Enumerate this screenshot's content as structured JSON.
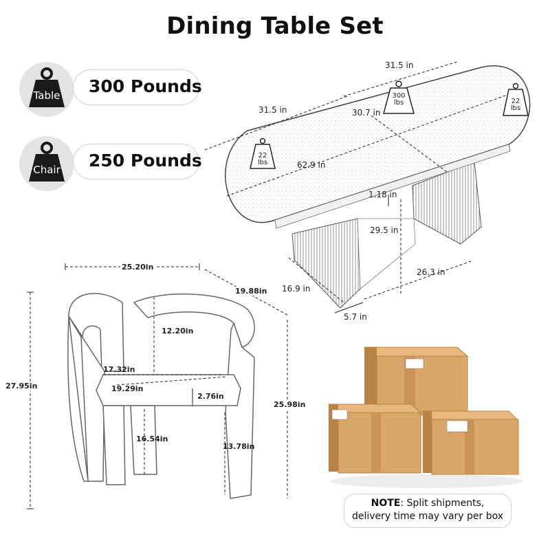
{
  "title": "Dining Table Set",
  "weights": [
    {
      "label": "Table",
      "value": "300 Pounds"
    },
    {
      "label": "Chair",
      "value": "250 Pounds"
    }
  ],
  "table_dimensions": {
    "top_length": "31.5 in",
    "side_width": "31.5 in",
    "center_width": "30.7 in",
    "length": "62.9 in",
    "leg_gap": "1.18 in",
    "height": "29.5 in",
    "base_length": "26.3 in",
    "base_depth": "16.9 in",
    "base_width": "5.7 in",
    "center_load": "300 lbs",
    "end_load_left": "22 lbs",
    "end_load_right": "22 lbs"
  },
  "chair_dimensions": {
    "width": "25.20in",
    "depth": "19.88in",
    "back_height": "12.20in",
    "total_height": "27.95in",
    "arm_height": "25.98in",
    "seat_width": "17.32in",
    "seat_depth": "19.29in",
    "seat_thickness": "2.76in",
    "seat_height": "16.54in",
    "leg_height": "13.78in"
  },
  "note": {
    "label": "NOTE",
    "line1": ": Split shipments,",
    "line2": "delivery time may vary per box"
  },
  "colors": {
    "icon_dark": "#1a1a1a",
    "badge_bg": "#e3e3e3",
    "box_tan": "#d9a669",
    "box_dark": "#b98344"
  }
}
